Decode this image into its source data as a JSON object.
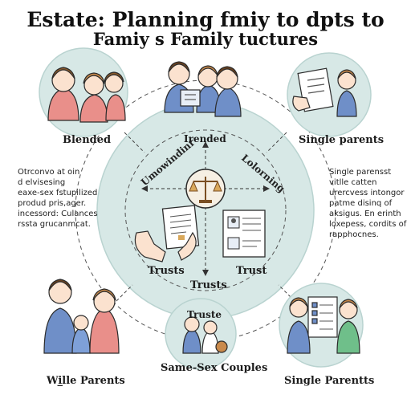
{
  "title": {
    "line1": "Estate: Planning fmiy to dpts to",
    "line2": "Famiy s Family tuctures"
  },
  "segments": {
    "blended": "Blended",
    "single_parents_top": "Single parents",
    "wille_parents": "Wi̲lle Parents",
    "same_sex_couples": "Same-Sex Couples",
    "single_parents_bottom": "Single Parentts",
    "truste_top": "Truste"
  },
  "inner": {
    "top": "Irended",
    "upper_left": "Umowindinr",
    "upper_right": "Lolorning",
    "trusts_left": "Trusts",
    "trusts_center": "Trusts",
    "trust_right": "Trust"
  },
  "left_text": [
    "Otrconvo at oin",
    "d elvisesing",
    "eaxe-sex fstupilized",
    "produd pris,ager.",
    "incessord: Culances",
    "rssta grucanmcat."
  ],
  "right_text": [
    "Single parensst",
    "vitlle catten",
    "urercvess intongor",
    "patme disinq of",
    "aksigus. En erinth",
    "loxepess, cordits of",
    "rapphocnes."
  ],
  "colors": {
    "circle_fill": "#d7e8e6",
    "circle_stroke": "#b9d3d0",
    "outline": "#2b2b2b",
    "dash": "#444444"
  },
  "icons": [
    "family-group-icon",
    "family-laptop-icon",
    "document-check-icon",
    "scale-of-justice-icon",
    "trust-document-icon",
    "id-document-icon",
    "checklist-icon"
  ]
}
